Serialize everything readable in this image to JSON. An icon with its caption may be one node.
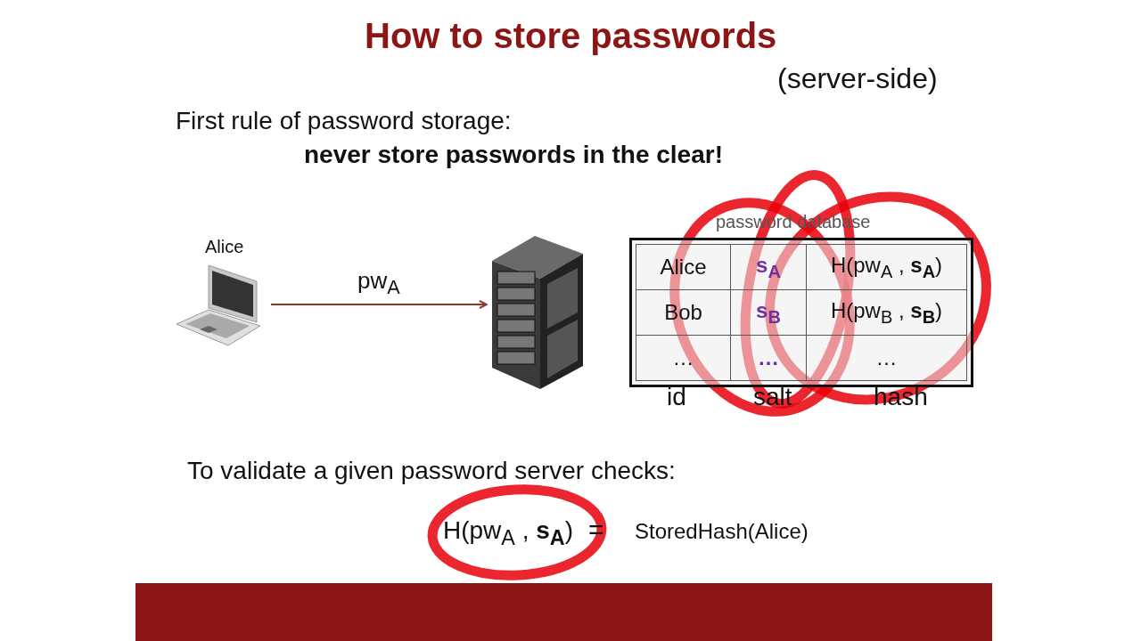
{
  "diagram": {
    "title": "How to store passwords",
    "nodes": [
      {
        "text": [
          "Alice"
        ]
      },
      {
        "text": [],
        "shape": "picture"
      }
    ],
    "edges": [
      {
        "from": 0,
        "to": 1,
        "arrow": "to",
        "label": "pw$_{A}$"
      }
    ],
    "labels": [
      "(server-side)",
      "First rule of password storage:",
      "never store passwords in the clear!",
      "password database",
      "Alice",
      "s$_{A}$",
      "H(pw$_{A}$ , **s$_{A}$**)",
      "Bob",
      "s$_{B}$",
      "H(pw$_{B}$ , **s$_{B}$**)",
      "…",
      "…",
      "…",
      "id",
      "salt",
      "hash",
      "To validate a given password server checks:",
      "H(pw$_{A}$ , **s$_{A}$**)",
      "=",
      "StoredHash(Alice)"
    ]
  }
}
